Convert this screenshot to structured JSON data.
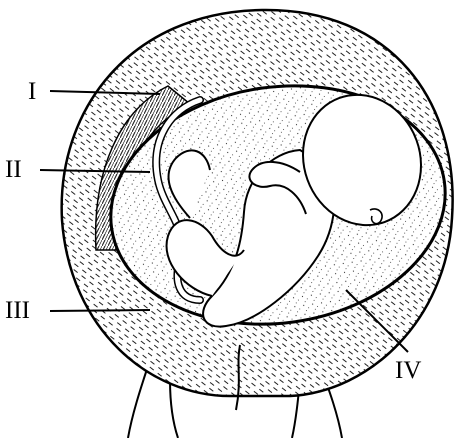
{
  "labels": {
    "i": "I",
    "ii": "II",
    "iii": "III",
    "iv": "IV"
  },
  "colors": {
    "ink": "#000000",
    "paper": "#ffffff"
  }
}
